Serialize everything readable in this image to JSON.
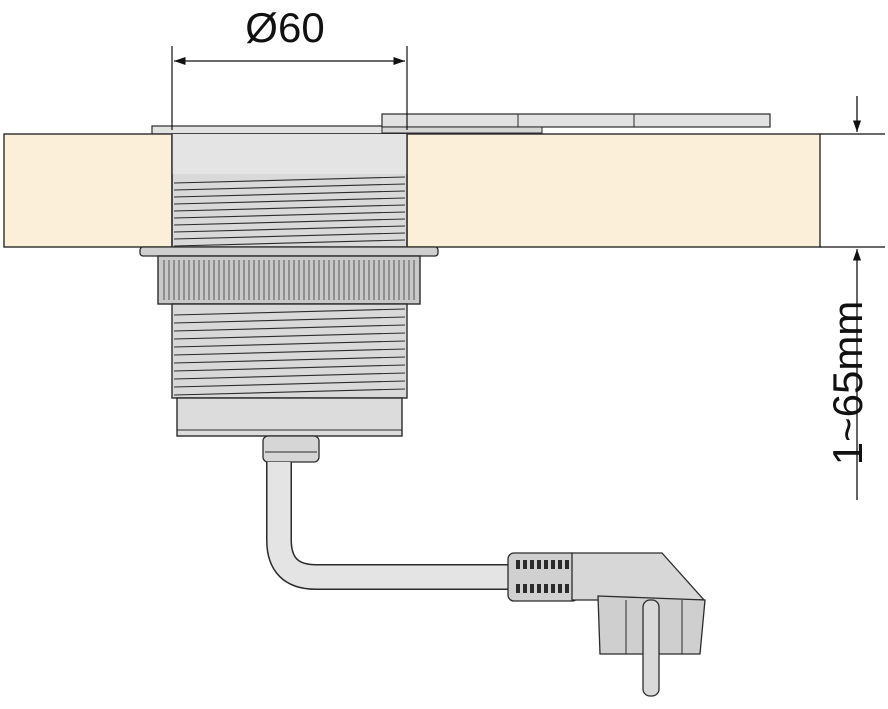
{
  "diagram": {
    "dimensions": {
      "diameter_label": "Ø60",
      "thickness_label": "1~65mm"
    },
    "colors": {
      "worktop_fill": "#fbefd9",
      "metal_fill": "#d9d9d9",
      "metal_light": "#e9e9e9",
      "metal_dark": "#bdbdbd",
      "outline": "#2b2b2b",
      "dimension_line": "#111111"
    },
    "components": [
      "worktop",
      "pop-up-socket-body",
      "threaded-sleeve",
      "fixing-nut",
      "power-cable",
      "angled-schuko-plug"
    ]
  }
}
